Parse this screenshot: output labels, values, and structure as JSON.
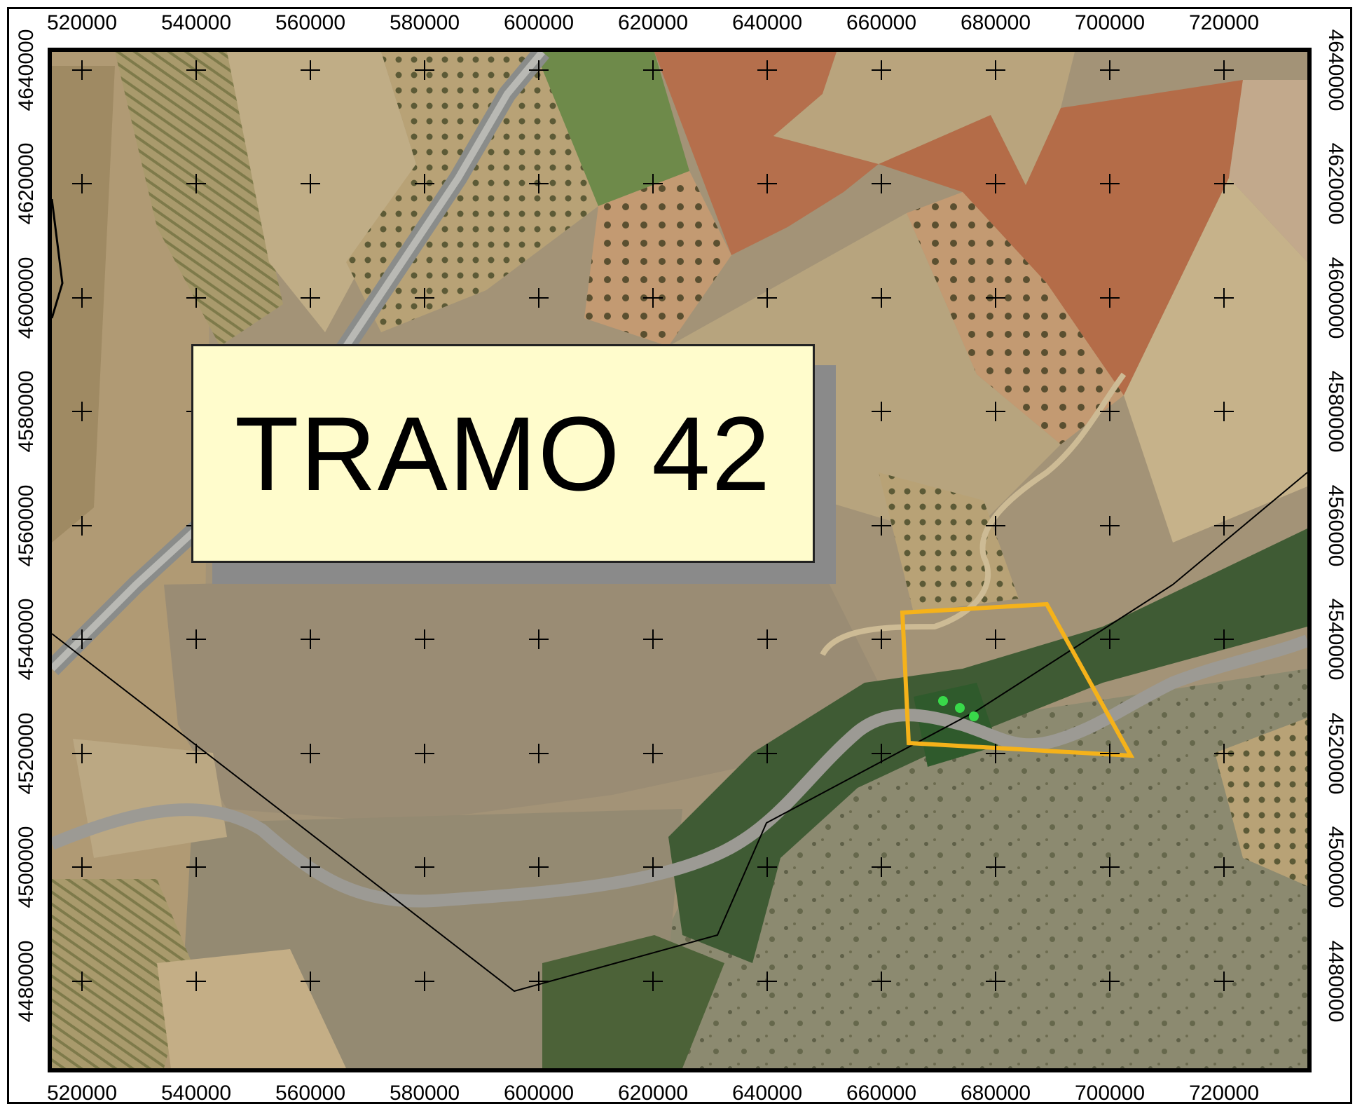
{
  "map": {
    "title": "TRAMO 42",
    "x_ticks": [
      "520000",
      "540000",
      "560000",
      "580000",
      "600000",
      "620000",
      "640000",
      "660000",
      "680000",
      "700000",
      "720000"
    ],
    "y_ticks": [
      "4640000",
      "4620000",
      "4600000",
      "4580000",
      "4560000",
      "4540000",
      "4520000",
      "4500000",
      "4480000"
    ],
    "colors": {
      "parcel_outline": "#f5b21a",
      "points": "#39d94a",
      "route_line": "#000000",
      "label_background": "#fffccc",
      "label_shadow": "#8a8a8a"
    },
    "icons": [
      "grid-cross-icon",
      "survey-point-icon"
    ]
  }
}
